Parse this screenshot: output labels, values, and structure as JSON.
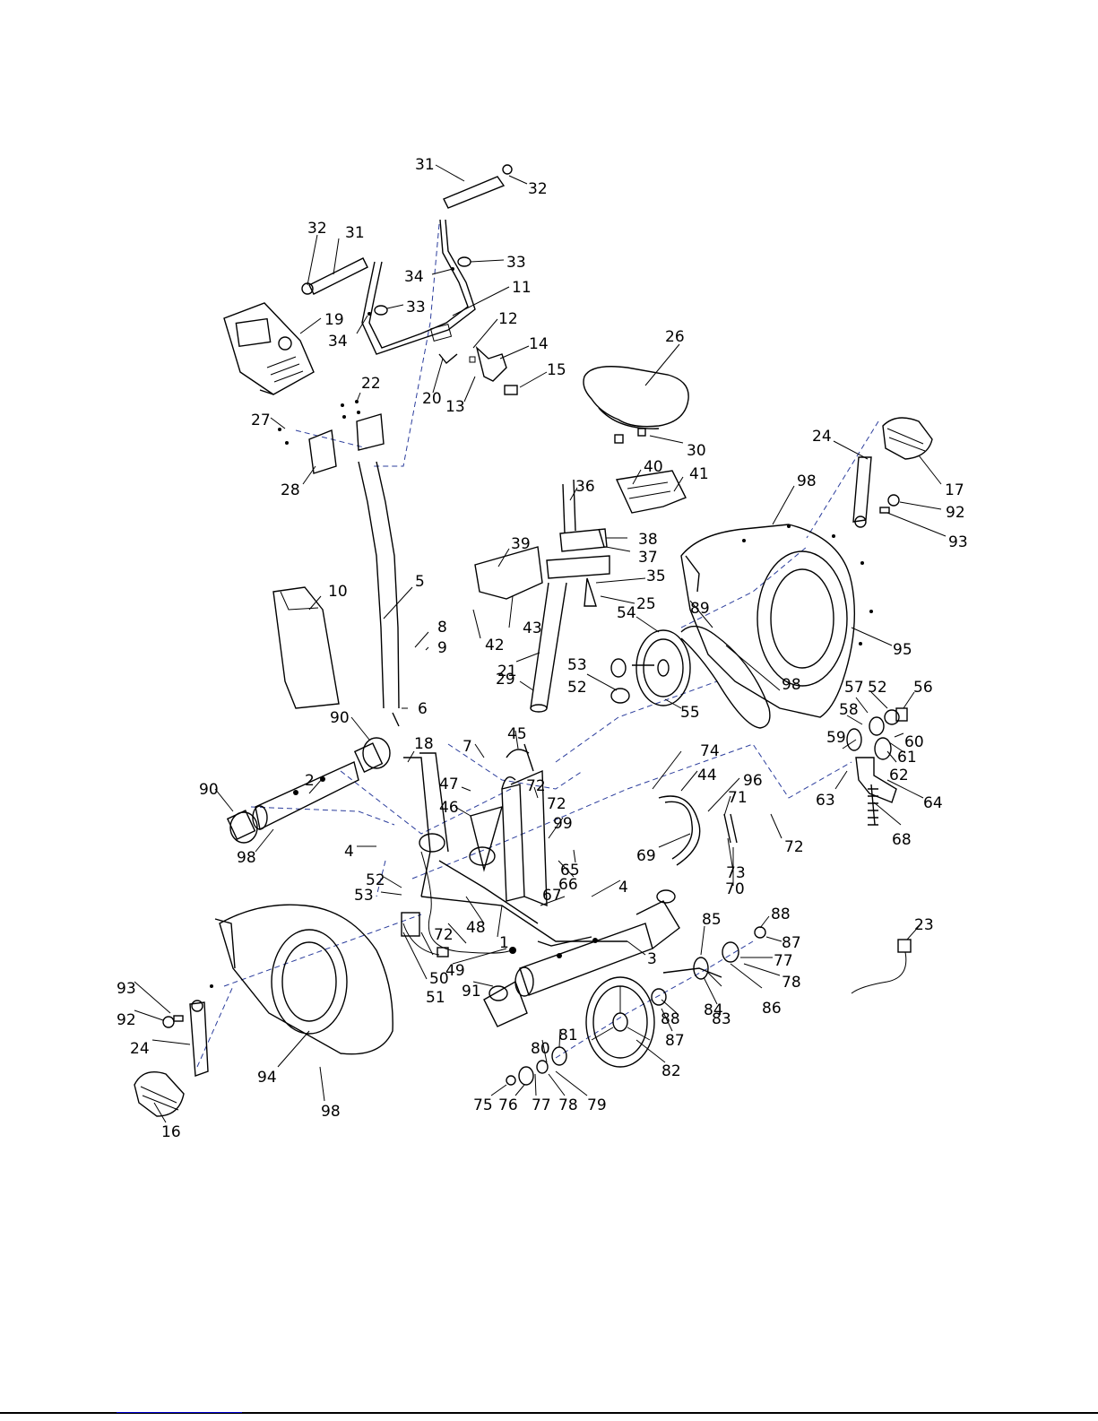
{
  "labels": [
    {
      "id": "l31a",
      "text": "31"
    },
    {
      "id": "l32a",
      "text": "32"
    },
    {
      "id": "l32b",
      "text": "32"
    },
    {
      "id": "l31b",
      "text": "31"
    },
    {
      "id": "l34a",
      "text": "34"
    },
    {
      "id": "l33a",
      "text": "33"
    },
    {
      "id": "l11",
      "text": "11"
    },
    {
      "id": "l33b",
      "text": "33"
    },
    {
      "id": "l19",
      "text": "19"
    },
    {
      "id": "l34b",
      "text": "34"
    },
    {
      "id": "l12",
      "text": "12"
    },
    {
      "id": "l14",
      "text": "14"
    },
    {
      "id": "l20",
      "text": "20"
    },
    {
      "id": "l13",
      "text": "13"
    },
    {
      "id": "l15",
      "text": "15"
    },
    {
      "id": "l22",
      "text": "22"
    },
    {
      "id": "l27",
      "text": "27"
    },
    {
      "id": "l28",
      "text": "28"
    },
    {
      "id": "l26",
      "text": "26"
    },
    {
      "id": "l30",
      "text": "30"
    },
    {
      "id": "l24a",
      "text": "24"
    },
    {
      "id": "l17",
      "text": "17"
    },
    {
      "id": "l40",
      "text": "40"
    },
    {
      "id": "l41",
      "text": "41"
    },
    {
      "id": "l98a",
      "text": "98"
    },
    {
      "id": "l92a",
      "text": "92"
    },
    {
      "id": "l93a",
      "text": "93"
    },
    {
      "id": "l36",
      "text": "36"
    },
    {
      "id": "l38",
      "text": "38"
    },
    {
      "id": "l37",
      "text": "37"
    },
    {
      "id": "l39",
      "text": "39"
    },
    {
      "id": "l35",
      "text": "35"
    },
    {
      "id": "l25",
      "text": "25"
    },
    {
      "id": "l10",
      "text": "10"
    },
    {
      "id": "l5",
      "text": "5"
    },
    {
      "id": "l42",
      "text": "42"
    },
    {
      "id": "l43",
      "text": "43"
    },
    {
      "id": "l8",
      "text": "8"
    },
    {
      "id": "l9",
      "text": "9"
    },
    {
      "id": "l95",
      "text": "95"
    },
    {
      "id": "l89",
      "text": "89"
    },
    {
      "id": "l54",
      "text": "54"
    },
    {
      "id": "l21",
      "text": "21"
    },
    {
      "id": "l98b",
      "text": "98"
    },
    {
      "id": "l6",
      "text": "6"
    },
    {
      "id": "l53a",
      "text": "53"
    },
    {
      "id": "l52a",
      "text": "52"
    },
    {
      "id": "l29",
      "text": "29"
    },
    {
      "id": "l55",
      "text": "55"
    },
    {
      "id": "l57",
      "text": "57"
    },
    {
      "id": "l52b",
      "text": "52"
    },
    {
      "id": "l56",
      "text": "56"
    },
    {
      "id": "l58",
      "text": "58"
    },
    {
      "id": "l59",
      "text": "59"
    },
    {
      "id": "l60",
      "text": "60"
    },
    {
      "id": "l61",
      "text": "61"
    },
    {
      "id": "l62",
      "text": "62"
    },
    {
      "id": "l90a",
      "text": "90"
    },
    {
      "id": "l18",
      "text": "18"
    },
    {
      "id": "l7",
      "text": "7"
    },
    {
      "id": "l45",
      "text": "45"
    },
    {
      "id": "l74",
      "text": "74"
    },
    {
      "id": "l44",
      "text": "44"
    },
    {
      "id": "l96",
      "text": "96"
    },
    {
      "id": "l63",
      "text": "63"
    },
    {
      "id": "l64",
      "text": "64"
    },
    {
      "id": "l90b",
      "text": "90"
    },
    {
      "id": "l2",
      "text": "2"
    },
    {
      "id": "l47",
      "text": "47"
    },
    {
      "id": "l72a",
      "text": "72"
    },
    {
      "id": "l72b",
      "text": "72"
    },
    {
      "id": "l71",
      "text": "71"
    },
    {
      "id": "l46",
      "text": "46"
    },
    {
      "id": "l99",
      "text": "99"
    },
    {
      "id": "l72c",
      "text": "72"
    },
    {
      "id": "l68",
      "text": "68"
    },
    {
      "id": "l98c",
      "text": "98"
    },
    {
      "id": "l4a",
      "text": "4"
    },
    {
      "id": "l69",
      "text": "69"
    },
    {
      "id": "l65",
      "text": "65"
    },
    {
      "id": "l73",
      "text": "73"
    },
    {
      "id": "l52c",
      "text": "52"
    },
    {
      "id": "l66",
      "text": "66"
    },
    {
      "id": "l70",
      "text": "70"
    },
    {
      "id": "l53b",
      "text": "53"
    },
    {
      "id": "l67",
      "text": "67"
    },
    {
      "id": "l4b",
      "text": "4"
    },
    {
      "id": "l48",
      "text": "48"
    },
    {
      "id": "l1",
      "text": "1"
    },
    {
      "id": "l72d",
      "text": "72"
    },
    {
      "id": "l85",
      "text": "85"
    },
    {
      "id": "l88a",
      "text": "88"
    },
    {
      "id": "l23",
      "text": "23"
    },
    {
      "id": "l87a",
      "text": "87"
    },
    {
      "id": "l49",
      "text": "49"
    },
    {
      "id": "l3",
      "text": "3"
    },
    {
      "id": "l50",
      "text": "50"
    },
    {
      "id": "l77a",
      "text": "77"
    },
    {
      "id": "l78a",
      "text": "78"
    },
    {
      "id": "l91",
      "text": "91"
    },
    {
      "id": "l51",
      "text": "51"
    },
    {
      "id": "l93b",
      "text": "93"
    },
    {
      "id": "l84",
      "text": "84"
    },
    {
      "id": "l86",
      "text": "86"
    },
    {
      "id": "l92b",
      "text": "92"
    },
    {
      "id": "l88b",
      "text": "88"
    },
    {
      "id": "l83",
      "text": "83"
    },
    {
      "id": "l87b",
      "text": "87"
    },
    {
      "id": "l24b",
      "text": "24"
    },
    {
      "id": "l81",
      "text": "81"
    },
    {
      "id": "l80",
      "text": "80"
    },
    {
      "id": "l82",
      "text": "82"
    },
    {
      "id": "l94",
      "text": "94"
    },
    {
      "id": "l98d",
      "text": "98"
    },
    {
      "id": "l75",
      "text": "75"
    },
    {
      "id": "l76",
      "text": "76"
    },
    {
      "id": "l77b",
      "text": "77"
    },
    {
      "id": "l78b",
      "text": "78"
    },
    {
      "id": "l79",
      "text": "79"
    },
    {
      "id": "l16",
      "text": "16"
    }
  ]
}
